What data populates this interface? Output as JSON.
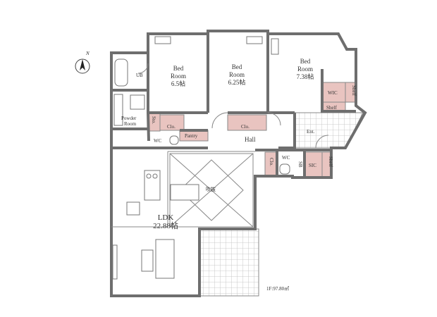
{
  "compass": {
    "label": "N"
  },
  "rooms": {
    "bed1": {
      "line1": "Bed",
      "line2": "Room",
      "line3": "6.5帖"
    },
    "bed2": {
      "line1": "Bed",
      "line2": "Room",
      "line3": "6.25帖"
    },
    "bed3": {
      "line1": "Bed",
      "line2": "Room",
      "line3": "7.38帖"
    },
    "ub": "UB",
    "powder": {
      "line1": "Powder",
      "line2": "Room"
    },
    "wc1": "WC",
    "wc2": "WC",
    "hall": "Hall",
    "entrance": "Ent.",
    "ldk": {
      "line1": "LDK",
      "line2": "22.88帖"
    },
    "void": "吹抜"
  },
  "storage": {
    "wic": "WIC",
    "shelf1": "Shelf",
    "shelf2": "Shelf",
    "shelf3": "Shelf",
    "clo1": "Clo.",
    "clo2": "Clo.",
    "clo3": "Clo.",
    "sto": "Sto.",
    "pantry": "Pantry",
    "sb": "SB",
    "sic": "SIC"
  },
  "area_note": "1F:97.80㎡",
  "colors": {
    "storage": "#e9c4c0",
    "wall": "#6e6e6e",
    "tile": "#cfcfcf"
  }
}
